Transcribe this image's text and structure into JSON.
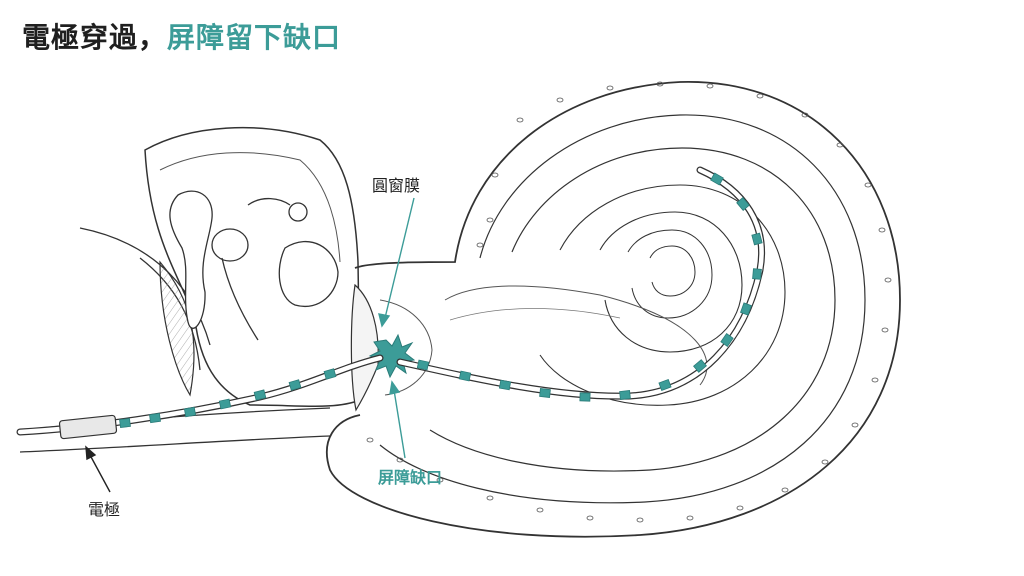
{
  "title": {
    "part1": "電極穿過",
    "separator": "，",
    "part2": "屏障留下缺口"
  },
  "labels": {
    "round_window": "圓窗膜",
    "barrier_gap": "屏障缺口",
    "electrode": "電極"
  },
  "colors": {
    "accent": "#3c9c98",
    "line": "#333333",
    "text": "#1f1f1f"
  }
}
